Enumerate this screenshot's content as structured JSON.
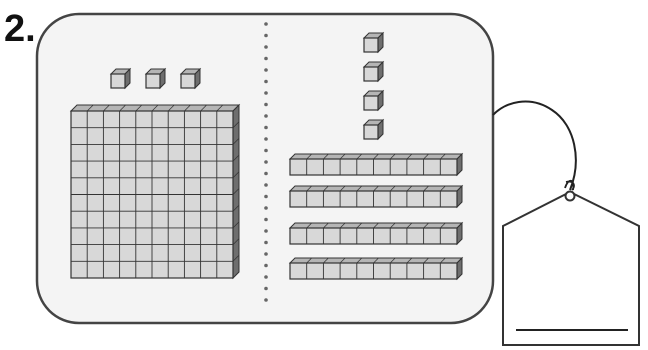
{
  "problem": {
    "number": "2."
  },
  "left_group": {
    "hundreds_flats": 1,
    "ones_cubes": 3
  },
  "right_group": {
    "tens_rods": 4,
    "ones_cubes": 4
  },
  "answer_tag": {
    "answer_value": ""
  },
  "colors": {
    "panel_fill": "#f4f4f4",
    "outline": "#444444",
    "block_face": "#d8d8d8",
    "block_top": "#b5b5b5",
    "block_side": "#6e6e6e",
    "divider_dots": "#666666"
  }
}
